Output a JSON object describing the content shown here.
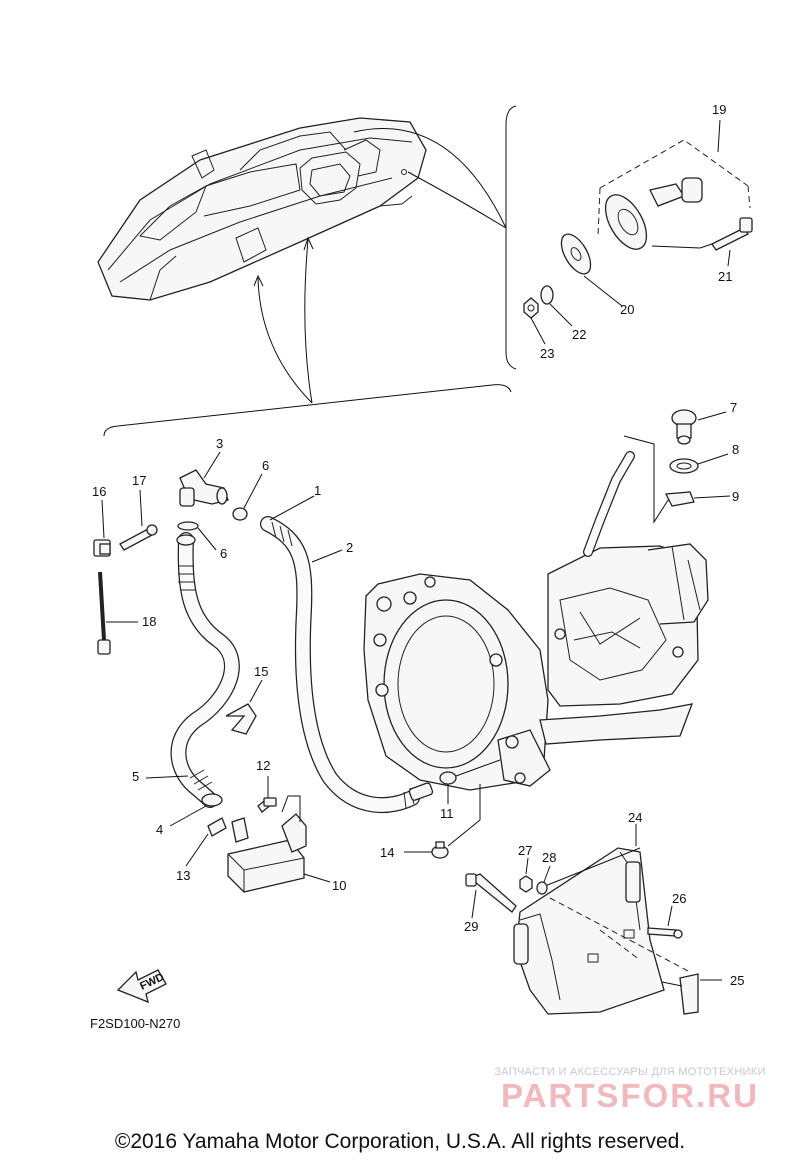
{
  "diagram_code": "F2SD100-N270",
  "fwd_label": "FWD",
  "copyright": "©2016 Yamaha Motor Corporation, U.S.A. All rights reserved.",
  "watermark": {
    "subtitle": "ЗАПЧАСТИ И АКСЕССУАРЫ ДЛЯ МОТОТЕХНИКИ",
    "logo": "PARTSFOR.RU"
  },
  "callouts": [
    "1",
    "2",
    "3",
    "4",
    "5",
    "6",
    "6",
    "7",
    "8",
    "9",
    "10",
    "11",
    "12",
    "13",
    "14",
    "15",
    "16",
    "17",
    "18",
    "19",
    "20",
    "21",
    "22",
    "23",
    "24",
    "25",
    "26",
    "27",
    "28",
    "29"
  ],
  "colors": {
    "line": "#222222",
    "watermark_logo": "#f2b8bb",
    "watermark_text": "#c9c9c9"
  }
}
